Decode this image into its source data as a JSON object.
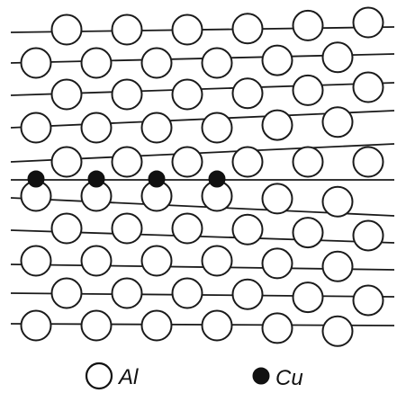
{
  "figure": {
    "description_type": "atomic-lattice-schematic",
    "legend": [
      {
        "symbol": "open-circle",
        "label": "Al",
        "color": "#ffffff",
        "stroke": "#111111"
      },
      {
        "symbol": "filled-circle",
        "label": "Cu",
        "color": "#111111",
        "stroke": "#111111"
      }
    ],
    "colors": {
      "line": "#1a1a1a",
      "atom_outline": "#1a1a1a",
      "background": "#ffffff"
    }
  }
}
